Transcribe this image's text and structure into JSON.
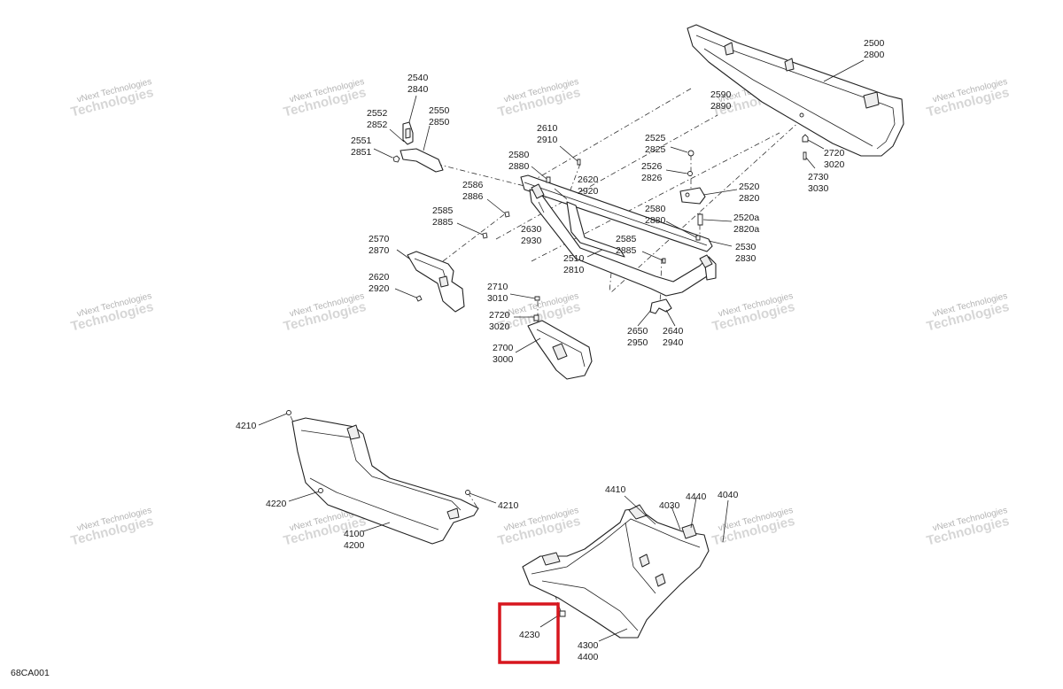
{
  "diagram_code": "68CA001",
  "watermark": {
    "line1": "vNext Technologies",
    "line2": "Technologies"
  },
  "labels": {
    "l2500": "2500",
    "l2800": "2800",
    "l2590": "2590",
    "l2890": "2890",
    "l2540": "2540",
    "l2840": "2840",
    "l2552": "2552",
    "l2852": "2852",
    "l2550": "2550",
    "l2850": "2850",
    "l2551": "2551",
    "l2851": "2851",
    "l2610": "2610",
    "l2910": "2910",
    "l2580a": "2580",
    "l2880a": "2880",
    "l2525": "2525",
    "l2825": "2825",
    "l2526": "2526",
    "l2826": "2826",
    "l2720a": "2720",
    "l3020a": "3020",
    "l2730": "2730",
    "l3030": "3030",
    "l2586": "2586",
    "l2886": "2886",
    "l2620a": "2620",
    "l2920a": "2920",
    "l2520": "2520",
    "l2820": "2820",
    "l2585a": "2585",
    "l2885a": "2885",
    "l2580b": "2580",
    "l2880b": "2880",
    "l2520a": "2520a",
    "l2820a": "2820a",
    "l2630": "2630",
    "l2930": "2930",
    "l2570": "2570",
    "l2870": "2870",
    "l2585b": "2585",
    "l2885b": "2885",
    "l2530": "2530",
    "l2830": "2830",
    "l2510": "2510",
    "l2810": "2810",
    "l2620b": "2620",
    "l2920b": "2920",
    "l2710": "2710",
    "l3010": "3010",
    "l2720b": "2720",
    "l3020b": "3020",
    "l2650": "2650",
    "l2950": "2950",
    "l2640": "2640",
    "l2940": "2940",
    "l2700": "2700",
    "l3000": "3000",
    "l4210a": "4210",
    "l4220": "4220",
    "l4210b": "4210",
    "l4100": "4100",
    "l4200": "4200",
    "l4410": "4410",
    "l4440": "4440",
    "l4030": "4030",
    "l4040": "4040",
    "l4230": "4230",
    "l4300": "4300",
    "l4400": "4400"
  },
  "highlight": {
    "part": "4230",
    "color": "#d7161e"
  }
}
